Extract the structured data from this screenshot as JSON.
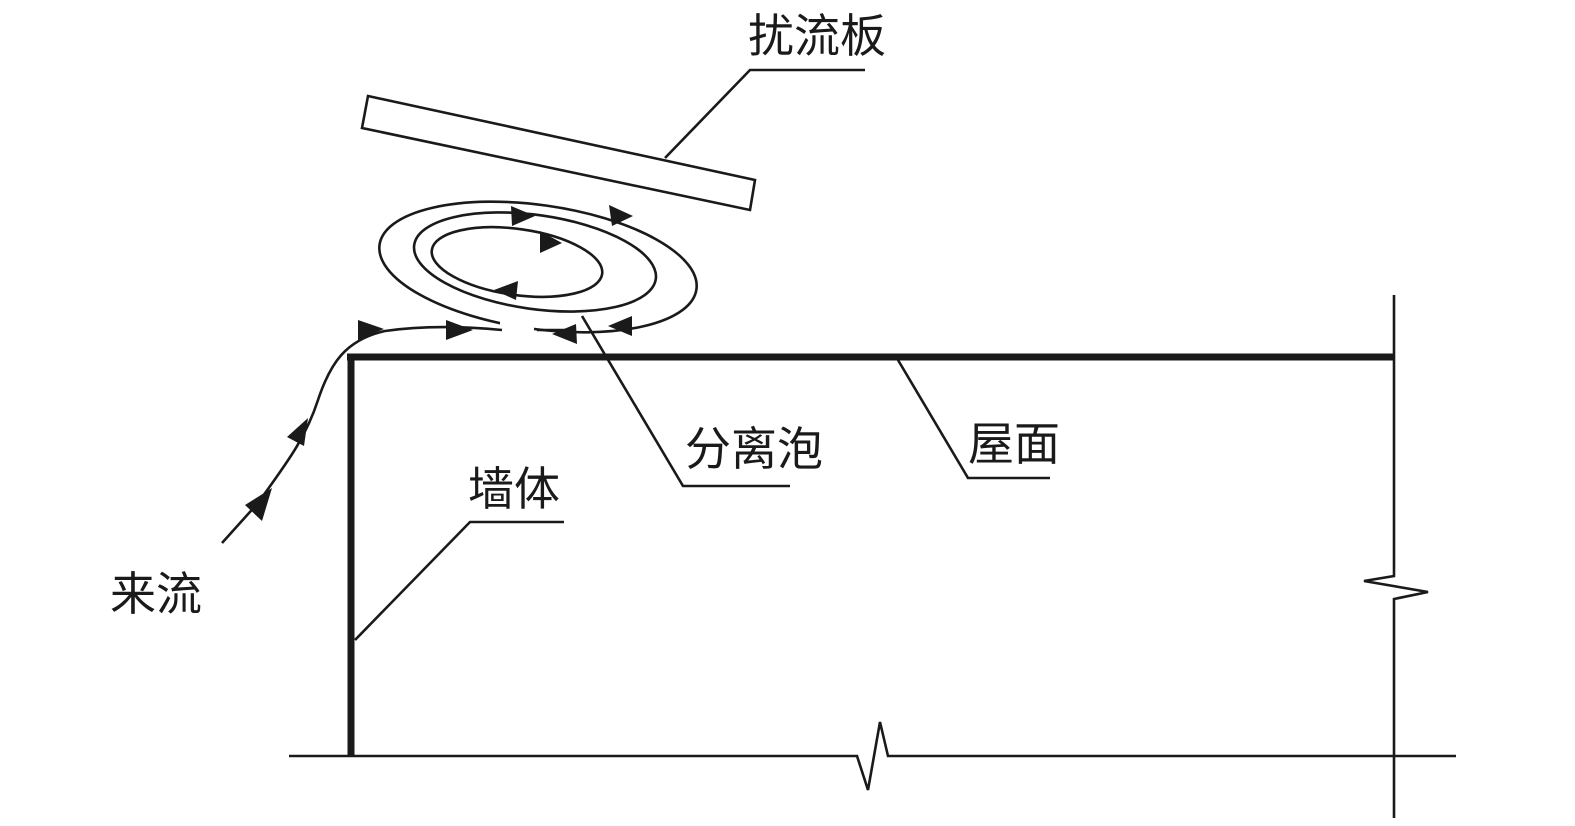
{
  "labels": {
    "spoiler": "扰流板",
    "incoming_flow": "来流",
    "wall": "墙体",
    "separation_bubble": "分离泡",
    "roof": "屋面"
  },
  "colors": {
    "ink": "#1a1a1a",
    "background": "#ffffff"
  }
}
